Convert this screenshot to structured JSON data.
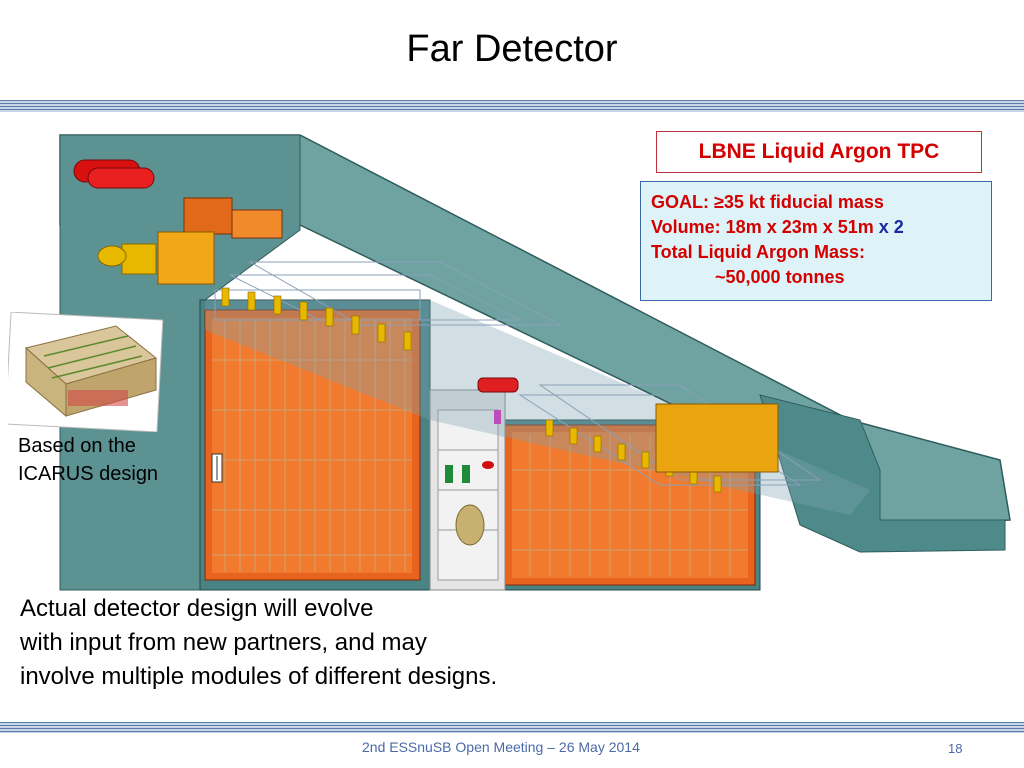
{
  "slide": {
    "title": "Far Detector",
    "tpc_label": "LBNE Liquid Argon TPC",
    "goal": {
      "line1": "GOAL: ≥35 kt fiducial mass",
      "line2_main": "Volume: 18m x 23m x 51m",
      "line2_extra": "x 2",
      "line3": "Total Liquid Argon Mass:",
      "line4": "~50,000 tonnes"
    },
    "icarus_caption": {
      "line1": "Based on the",
      "line2": "ICARUS design"
    },
    "evolve_caption": {
      "line1": "Actual detector design will evolve",
      "line2": "with input from new partners, and may",
      "line3": "involve multiple modules of different designs."
    },
    "footer": "2nd ESSnuSB Open Meeting – 26 May 2014",
    "page_number": "18"
  },
  "colors": {
    "accent_red": "#d40000",
    "accent_blue": "#1a2aa0",
    "box_fill": "#ddf3f7",
    "cavern_teal": "#4f8a8b",
    "tpc_orange": "#e8641e"
  }
}
